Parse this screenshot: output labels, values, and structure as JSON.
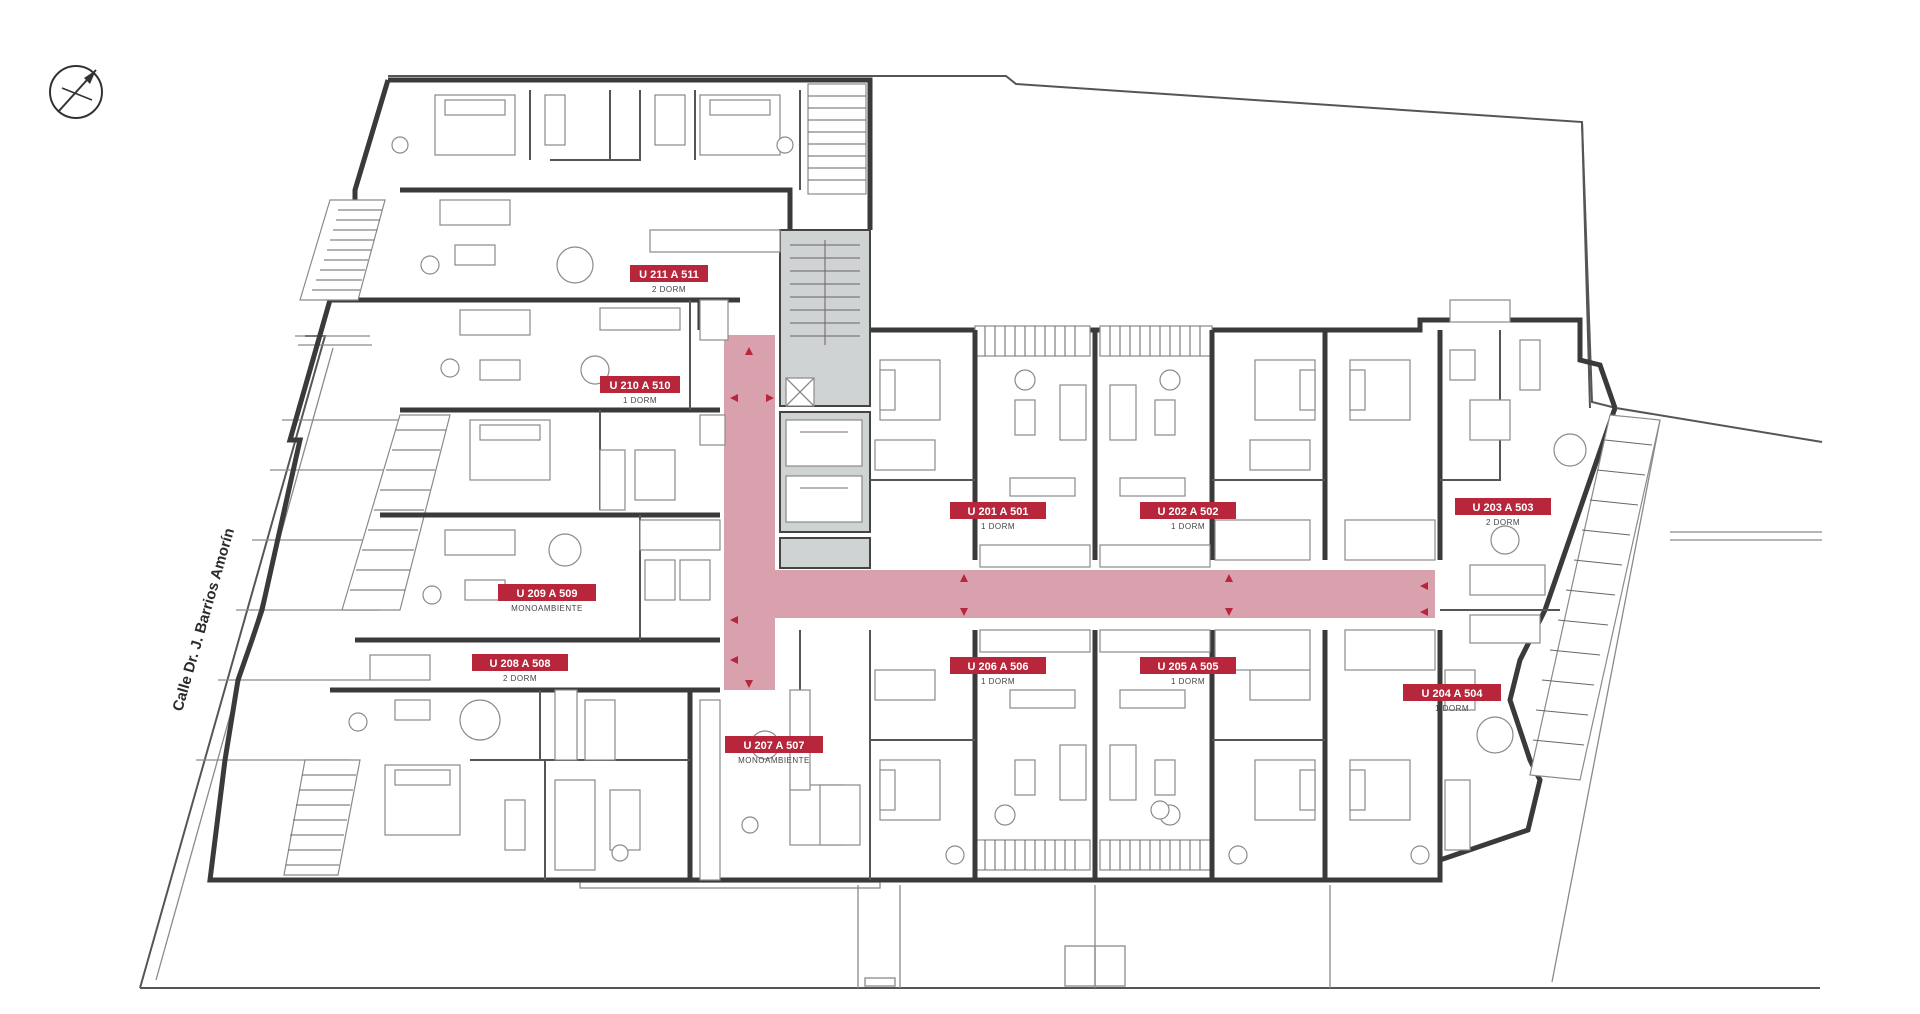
{
  "street_label": "Calle Dr. J. Barrios Amorín",
  "units": [
    {
      "id": "u211",
      "label": "U 211 A 511",
      "type": "2 DORM"
    },
    {
      "id": "u210",
      "label": "U 210 A 510",
      "type": "1 DORM"
    },
    {
      "id": "u209",
      "label": "U 209 A 509",
      "type": "MONOAMBIENTE"
    },
    {
      "id": "u208",
      "label": "U 208 A 508",
      "type": "2 DORM"
    },
    {
      "id": "u207",
      "label": "U 207 A 507",
      "type": "MONOAMBIENTE"
    },
    {
      "id": "u201",
      "label": "U 201 A 501",
      "type": "1 DORM"
    },
    {
      "id": "u202",
      "label": "U 202 A 502",
      "type": "1 DORM"
    },
    {
      "id": "u203",
      "label": "U 203 A 503",
      "type": "2 DORM"
    },
    {
      "id": "u206",
      "label": "U 206 A 506",
      "type": "1 DORM"
    },
    {
      "id": "u205",
      "label": "U 205 A 505",
      "type": "1 DORM"
    },
    {
      "id": "u204",
      "label": "U 204 A 504",
      "type": "1 DORM"
    }
  ],
  "icons": {
    "compass": "north-arrow-icon"
  },
  "colors": {
    "corridor": "#d9a0ad",
    "label_bg": "#b7263a",
    "core": "#cfd3d3"
  }
}
